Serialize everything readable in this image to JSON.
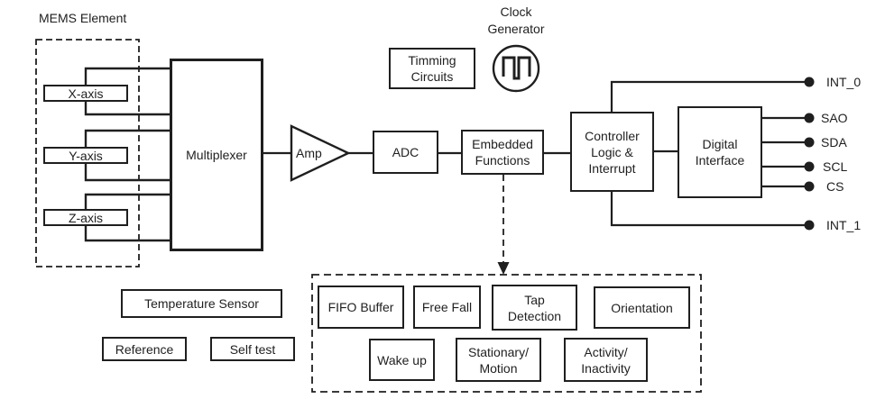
{
  "colors": {
    "ink": "#1f1f1f",
    "background": "#ffffff"
  },
  "mems": {
    "title": "MEMS Element",
    "axes": [
      {
        "label": "X-axis"
      },
      {
        "label": "Y-axis"
      },
      {
        "label": "Z-axis"
      }
    ]
  },
  "signal_chain": {
    "multiplexer": "Multiplexer",
    "amp": "Amp",
    "adc": "ADC",
    "embedded_functions": "Embedded\nFunctions",
    "controller": "Controller\nLogic &\nInterrupt",
    "digital_interface": "Digital\nInterface"
  },
  "clock": {
    "generator_label": "Clock\nGenerator",
    "timing_block": "Timming\nCircuits",
    "icon": "square-wave-icon"
  },
  "pins": [
    {
      "name": "INT_0"
    },
    {
      "name": "SAO"
    },
    {
      "name": "SDA"
    },
    {
      "name": "SCL"
    },
    {
      "name": "CS"
    },
    {
      "name": "INT_1"
    }
  ],
  "support_blocks": {
    "temperature_sensor": "Temperature Sensor",
    "reference": "Reference",
    "self_test": "Self test"
  },
  "embedded_features": {
    "row1": [
      "FIFO Buffer",
      "Free Fall",
      "Tap\nDetection",
      "Orientation"
    ],
    "row2": [
      "Wake up",
      "Stationary/\nMotion",
      "Activity/\nInactivity"
    ]
  }
}
